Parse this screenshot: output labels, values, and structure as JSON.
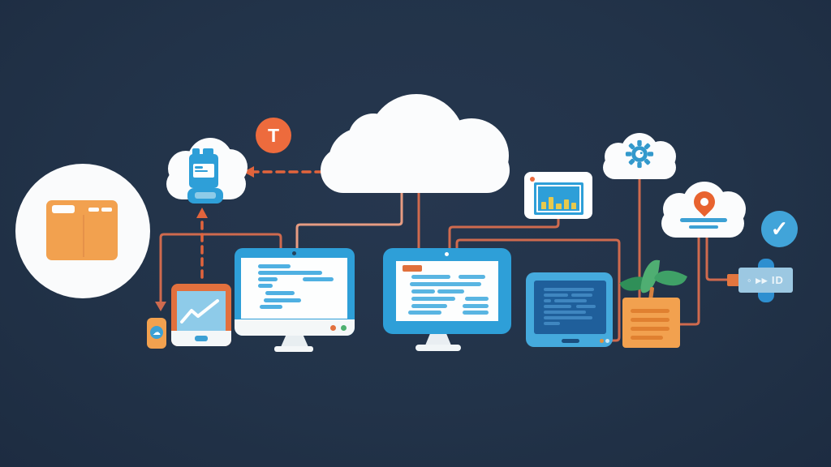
{
  "scene": {
    "description": "flat illustration of cloud computing network connecting devices",
    "background": "#223349"
  },
  "labels": {
    "t_badge": "T",
    "check_glyph": "✓",
    "phone_cloud_glyph": "☁",
    "usb_glyphs": "◦ ▸▸ ID"
  },
  "colors": {
    "background": "#223349",
    "white": "#fbfcfd",
    "orange": "#ed6b3d",
    "orange_light": "#f2a14f",
    "orange_frame": "#e2703d",
    "line_solid": "#cf6a4e",
    "line_salmon": "#e69c82",
    "line_dashed": "#e2643c",
    "blue": "#2e9fd8",
    "blue_dark_screen": "#1f5f9b",
    "check_blue": "#41a4d9",
    "leaf_green": "#3fa167",
    "bar_yellow": "#e7c94d"
  },
  "chart_card": {
    "bar_heights": [
      9,
      15,
      7,
      12,
      8
    ]
  },
  "screens": {
    "monitor1": {
      "stripes": [
        [
          21,
          8,
          40
        ],
        [
          21,
          16,
          79
        ],
        [
          21,
          24,
          24
        ],
        [
          76,
          24,
          38
        ],
        [
          21,
          32,
          18
        ],
        [
          30,
          41,
          36
        ],
        [
          28,
          50,
          46
        ],
        [
          23,
          58,
          28
        ]
      ]
    },
    "monitor2": {
      "stripes": [
        [
          19,
          17,
          48
        ],
        [
          77,
          17,
          33
        ],
        [
          17,
          26,
          88
        ],
        [
          19,
          35,
          29
        ],
        [
          51,
          35,
          33
        ],
        [
          19,
          44,
          54
        ],
        [
          85,
          44,
          29
        ],
        [
          19,
          53,
          44
        ],
        [
          82,
          53,
          32
        ],
        [
          15,
          61,
          41
        ],
        [
          82,
          61,
          32
        ]
      ]
    },
    "laptop": {
      "stripes": [
        [
          12,
          9,
          62
        ],
        [
          12,
          16,
          30
        ],
        [
          46,
          16,
          26
        ],
        [
          12,
          23,
          9
        ],
        [
          25,
          23,
          40
        ],
        [
          12,
          30,
          34
        ],
        [
          52,
          30,
          24
        ],
        [
          12,
          37,
          52
        ],
        [
          12,
          44,
          60
        ],
        [
          12,
          51,
          20
        ]
      ]
    },
    "pot": {
      "stripes": [
        [
          10,
          14,
          48
        ],
        [
          10,
          25,
          48
        ],
        [
          10,
          36,
          48
        ],
        [
          10,
          47,
          40
        ]
      ]
    },
    "pin_cloud": {
      "stripes": [
        [
          25,
          45,
          58,
          5
        ],
        [
          36,
          54,
          36,
          4
        ]
      ]
    },
    "container_label": {
      "stripes": [
        [
          2,
          3,
          10,
          3
        ],
        [
          2,
          8,
          16,
          2
        ]
      ]
    }
  }
}
